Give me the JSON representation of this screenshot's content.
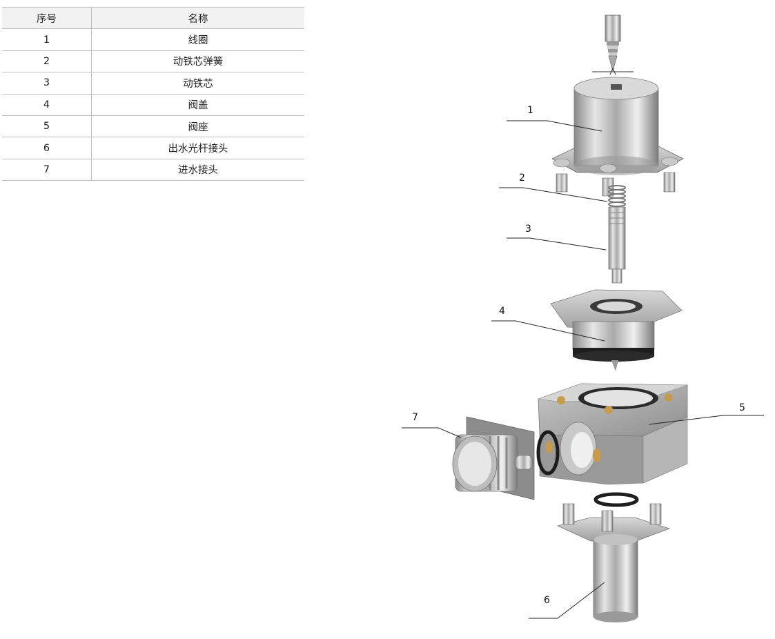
{
  "table": {
    "header": {
      "no": "序号",
      "name": "名称"
    },
    "rows": [
      {
        "no": "1",
        "name": "线圈"
      },
      {
        "no": "2",
        "name": "动铁芯弹簧"
      },
      {
        "no": "3",
        "name": "动铁芯"
      },
      {
        "no": "4",
        "name": "阀盖"
      },
      {
        "no": "5",
        "name": "阀座"
      },
      {
        "no": "6",
        "name": "出水光杆接头"
      },
      {
        "no": "7",
        "name": "进水接头"
      }
    ]
  },
  "diagram": {
    "callouts": [
      "1",
      "2",
      "3",
      "4",
      "5",
      "6",
      "7"
    ]
  }
}
